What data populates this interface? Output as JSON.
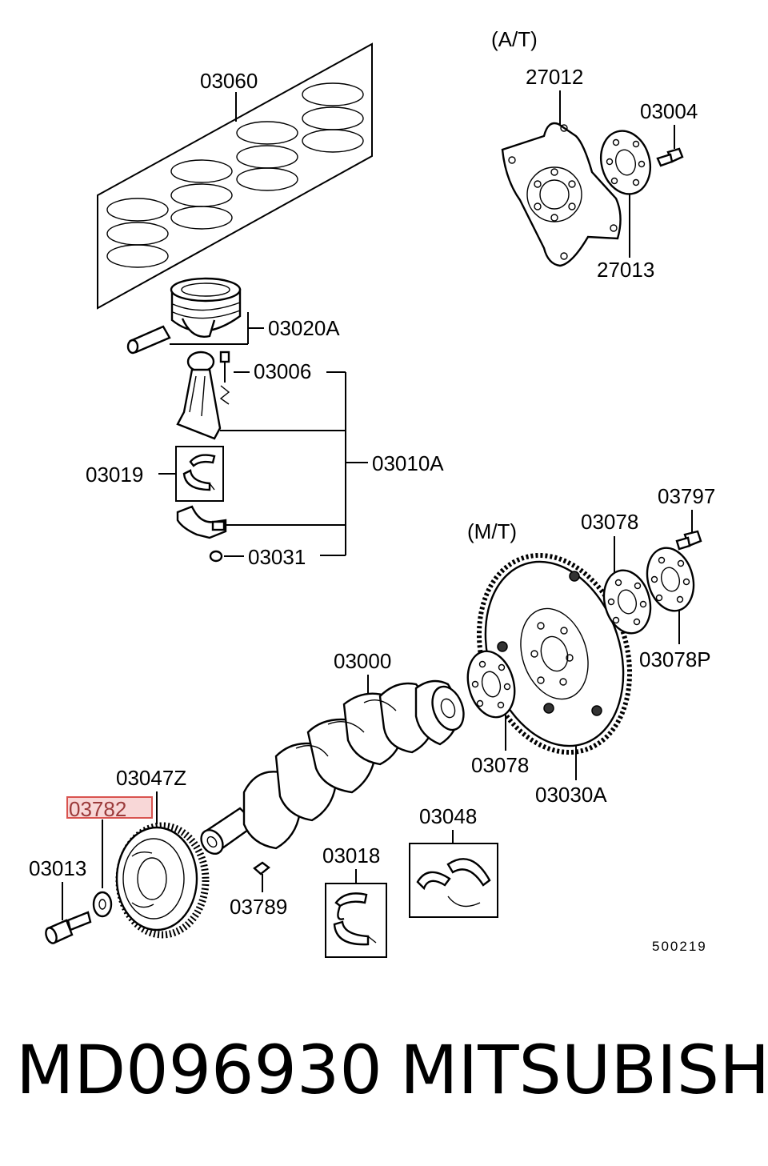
{
  "labels": {
    "at": "(A/T)",
    "mt": "(M/T)",
    "p27012": "27012",
    "p03004": "03004",
    "p27013": "27013",
    "p03060": "03060",
    "p03020A": "03020A",
    "p03006": "03006",
    "p03010A": "03010A",
    "p03019": "03019",
    "p03031": "03031",
    "p03797": "03797",
    "p03078a": "03078",
    "p03078P": "03078P",
    "p03078b": "03078",
    "p03030A": "03030A",
    "p03000": "03000",
    "p03047Z": "03047Z",
    "p03782": "03782",
    "p03013": "03013",
    "p03789": "03789",
    "p03018": "03018",
    "p03048": "03048"
  },
  "diagram_ref": "500219",
  "part_number": "MD096930",
  "brand": "MITSUBISHI",
  "highlight_color": "#d9534f"
}
